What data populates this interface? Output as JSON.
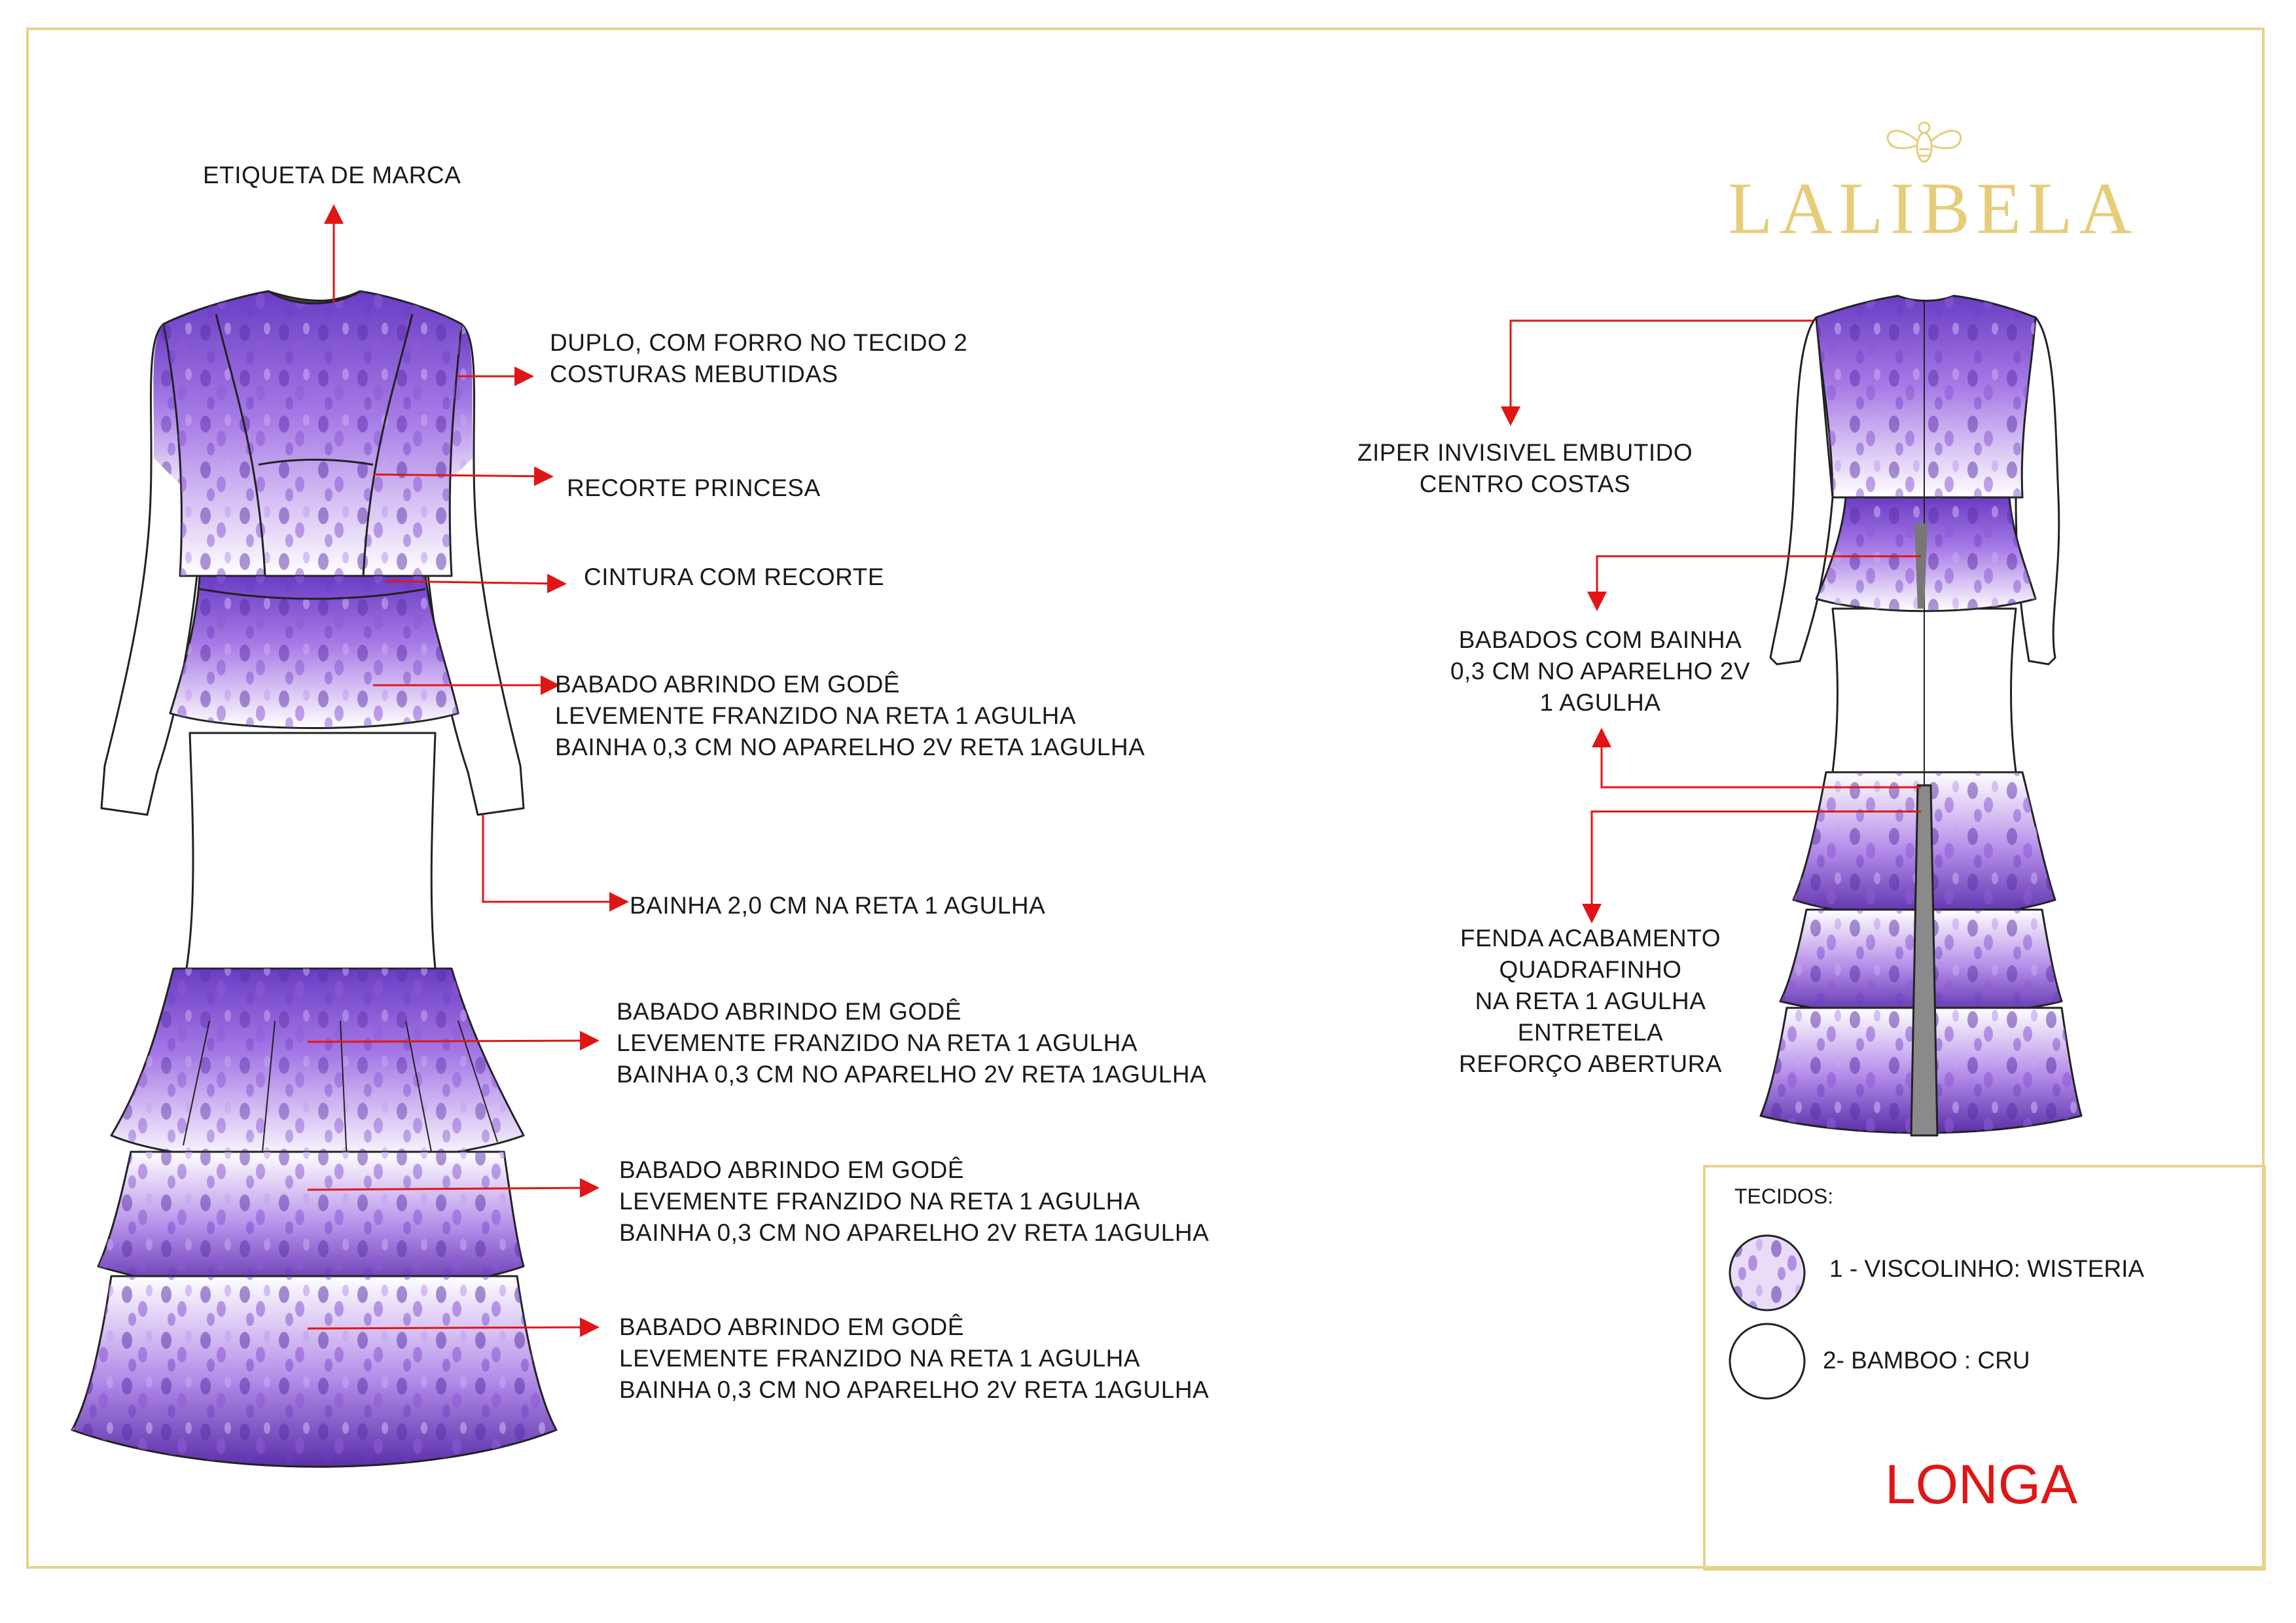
{
  "brand": {
    "name": "LALIBELA",
    "color": "#e6cd7a"
  },
  "colors": {
    "frame": "#e7d38a",
    "arrow": "#e01616",
    "print": "#8e5ad6",
    "print_dark": "#5b2fa8",
    "base_fabric": "#ffffff"
  },
  "front_annotations": {
    "label_tag": "ETIQUETA DE MARCA",
    "bodice": [
      "DUPLO, COM FORRO NO TECIDO 2",
      "COSTURAS MEBUTIDAS"
    ],
    "princess": "RECORTE PRINCESA",
    "waist": "CINTURA COM RECORTE",
    "peplum": [
      "BABADO ABRINDO EM GODÊ",
      "LEVEMENTE FRANZIDO NA RETA 1 AGULHA",
      "BAINHA 0,3 CM NO APARELHO 2V RETA 1AGULHA"
    ],
    "sleeve_hem": "BAINHA 2,0 CM NA RETA 1 AGULHA",
    "ruffle_1": [
      "BABADO ABRINDO EM GODÊ",
      "LEVEMENTE FRANZIDO NA RETA 1 AGULHA",
      "BAINHA 0,3 CM NO APARELHO 2V RETA 1AGULHA"
    ],
    "ruffle_2": [
      "BABADO ABRINDO EM GODÊ",
      "LEVEMENTE FRANZIDO NA RETA 1 AGULHA",
      "BAINHA 0,3 CM NO APARELHO 2V RETA 1AGULHA"
    ],
    "ruffle_3": [
      "BABADO ABRINDO EM GODÊ",
      "LEVEMENTE FRANZIDO NA RETA 1 AGULHA",
      "BAINHA 0,3 CM NO APARELHO 2V RETA 1AGULHA"
    ]
  },
  "back_annotations": {
    "zipper": [
      "ZIPER INVISIVEL EMBUTIDO",
      "CENTRO COSTAS"
    ],
    "ruffles_hem": [
      "BABADOS COM BAINHA",
      "0,3 CM NO APARELHO 2V",
      "1 AGULHA"
    ],
    "slit": [
      "FENDA  ACABAMENTO",
      "QUADRAFINHO",
      "NA RETA 1 AGULHA",
      "ENTRETELA",
      "REFORÇO ABERTURA"
    ]
  },
  "fabrics": {
    "title": "TECIDOS:",
    "items": [
      {
        "label": "1 - VISCOLINHO: WISTERIA",
        "swatch": "wisteria-print"
      },
      {
        "label": "2- BAMBOO : CRU",
        "swatch": "plain-white"
      }
    ]
  },
  "model_name": "LONGA"
}
